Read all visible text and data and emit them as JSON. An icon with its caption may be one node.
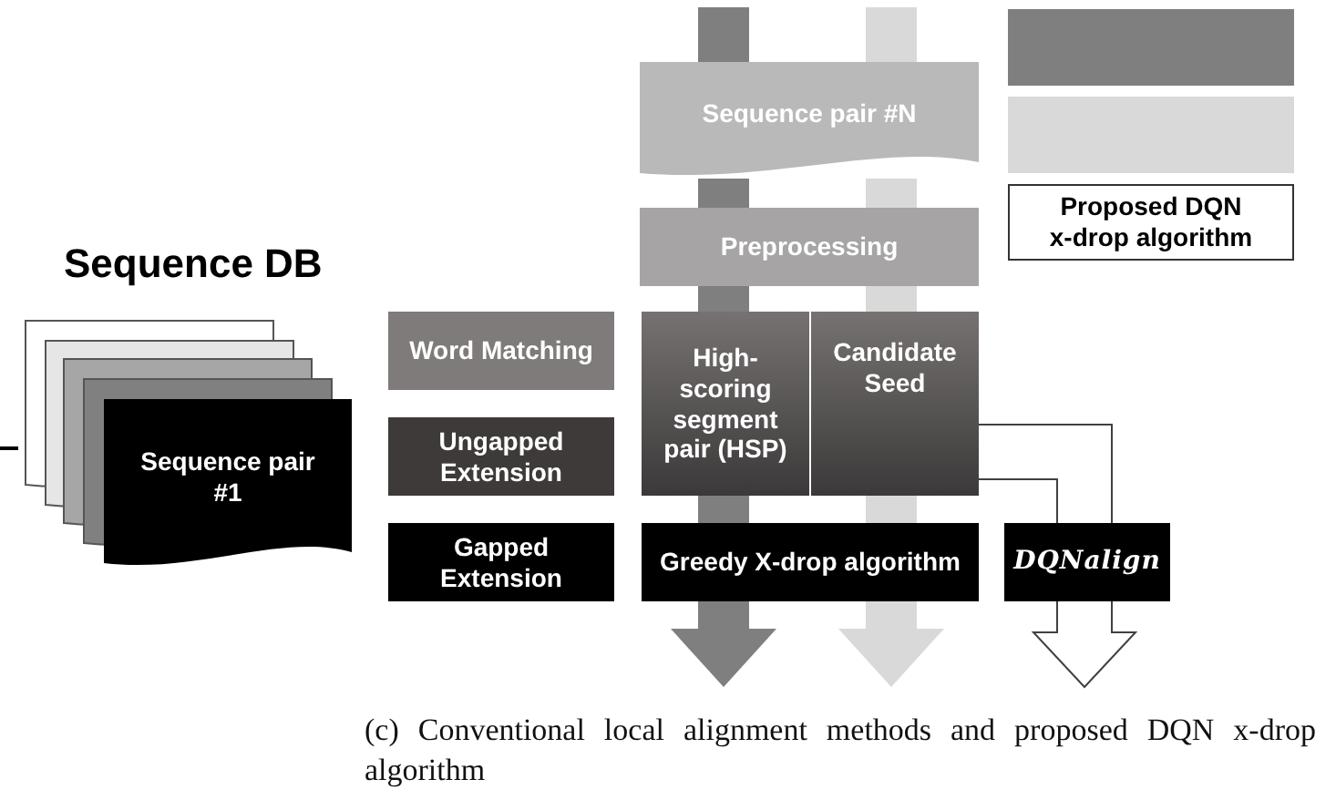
{
  "diagram": {
    "caption": "(c) Conventional local alignment methods and proposed DQN x-drop algorithm",
    "nodes": [
      {
        "text": [
          "Sequence DB"
        ]
      },
      {
        "text": [
          "Sequence pair #1"
        ]
      },
      {
        "text": [
          "Sequence pair #N"
        ]
      },
      {
        "text": [
          "Preprocessing"
        ]
      },
      {
        "text": [
          "Word Matching"
        ]
      },
      {
        "text": [
          "Ungapped Extension"
        ]
      },
      {
        "text": [
          "Gapped Extension"
        ]
      },
      {
        "text": [
          "High-scoring segment pair (HSP)"
        ]
      },
      {
        "text": [
          "Candidate Seed"
        ]
      },
      {
        "text": [
          "Greedy X-drop algorithm"
        ]
      },
      {
        "text": [
          "DQNalign"
        ]
      },
      {
        "text": [],
        "shape": "box"
      },
      {
        "text": [],
        "shape": "box"
      }
    ],
    "edges": [
      {
        "from": null,
        "to": 2,
        "arrow": "none",
        "color": "#7f7f7f"
      },
      {
        "from": 2,
        "to": 3,
        "arrow": "none",
        "color": "#7f7f7f"
      },
      {
        "from": 3,
        "to": 7,
        "arrow": "none",
        "color": "#7f7f7f"
      },
      {
        "from": 7,
        "to": 9,
        "arrow": "none",
        "color": "#7f7f7f"
      },
      {
        "from": 9,
        "to": null,
        "arrow": "to",
        "color": "#7f7f7f"
      },
      {
        "from": null,
        "to": 2,
        "arrow": "none",
        "color": "#d9d9d9"
      },
      {
        "from": 2,
        "to": 3,
        "arrow": "none",
        "color": "#d9d9d9"
      },
      {
        "from": 3,
        "to": 8,
        "arrow": "none",
        "color": "#d9d9d9"
      },
      {
        "from": 8,
        "to": 9,
        "arrow": "none",
        "color": "#d9d9d9"
      },
      {
        "from": 9,
        "to": null,
        "arrow": "to",
        "color": "#d9d9d9"
      },
      {
        "from": 8,
        "to": 10,
        "arrow": "none"
      },
      {
        "from": 8,
        "to": 10,
        "arrow": "none"
      },
      {
        "from": 10,
        "to": null,
        "arrow": "to"
      },
      {
        "from": null,
        "to": 0,
        "arrow": "none",
        "style": "dashed",
        "color": "#000000"
      }
    ],
    "legend": [
      {
        "text": "Proposed DQN x-drop algorithm",
        "color": "#ffffff"
      }
    ]
  }
}
